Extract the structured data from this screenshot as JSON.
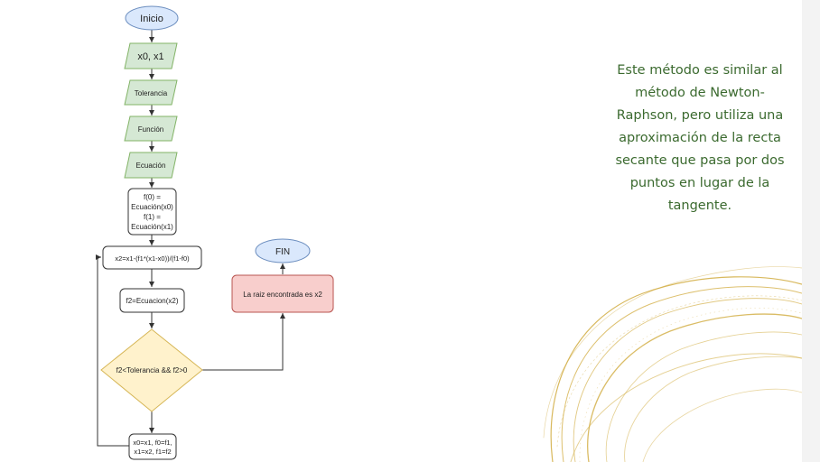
{
  "flowchart": {
    "start": "Inicio",
    "inputs": [
      "x0, x1",
      "Tolerancia",
      "Función",
      "Ecuación"
    ],
    "init_lines": [
      "f(0) =",
      "Ecuación(x0)",
      "f(1) =",
      "Ecuación(x1)"
    ],
    "step_x2": "x2=x1-(f1*(x1-x0))/(f1-f0)",
    "step_f2": "f2=Ecuacion(x2)",
    "decision": "f2<Tolerancia && f2>0",
    "update_lines": [
      "x0=x1, f0=f1,",
      "x1=x2, f1=f2"
    ],
    "result": "La raiz encontrada es x2",
    "end": "FIN"
  },
  "description": "Este método es similar al método de Newton-Raphson, pero utiliza una aproximación de la recta secante que pasa por dos puntos en lugar de la tangente.",
  "colors": {
    "terminal_fill": "#dae8fc",
    "terminal_stroke": "#6c8ebf",
    "io_fill": "#d5e8d4",
    "io_stroke": "#82b366",
    "decision_fill": "#fff2cc",
    "decision_stroke": "#d6b656",
    "result_fill": "#f8cecc",
    "result_stroke": "#b85450",
    "text_green": "#3b6a2f",
    "swirl": "#d4b04a"
  }
}
